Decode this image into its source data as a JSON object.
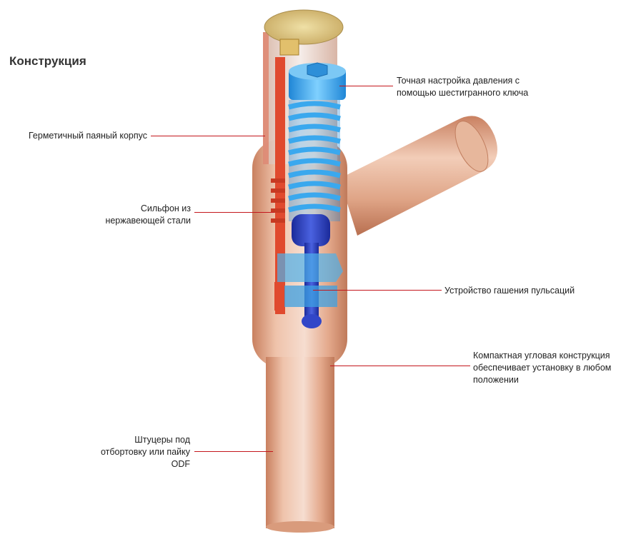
{
  "title": "Конструкция",
  "callouts": {
    "pressure_adjust": [
      "Точная настройка давления с",
      "помощью шестигранного ключа"
    ],
    "hermetic_body": [
      "Герметичный паяный корпус"
    ],
    "bellows": [
      "Сильфон из",
      "нержавеющей стали"
    ],
    "pulsation_damper": [
      "Устройство гашения пульсаций"
    ],
    "compact_angle": [
      "Компактная угловая конструкция",
      "обеспечивает установку в любом",
      "положении"
    ],
    "fittings": [
      "Штуцеры под",
      "отбортовку или пайку",
      "ODF"
    ]
  },
  "colors": {
    "leader_line": "#c4161c",
    "copper": "#d99a7a",
    "steel_blue": "#3ea6e8",
    "dark_blue": "#2438b8",
    "red_bellows": "#d9452c",
    "cap_gold": "#d9c27a"
  }
}
